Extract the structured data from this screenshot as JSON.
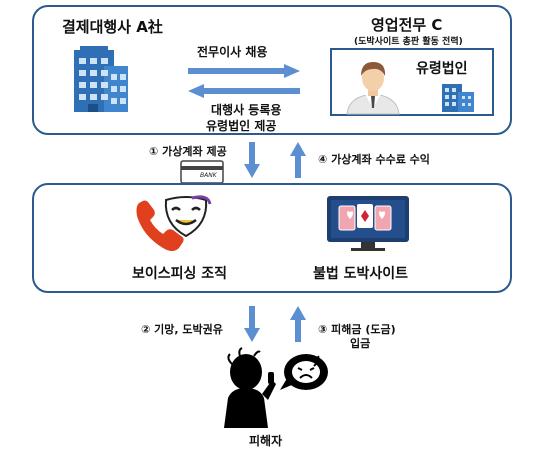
{
  "top_box": {
    "company_a": "결제대행사 A社",
    "exec_c": "영업전무 C",
    "exec_c_note": "(도박사이트 총판 활동 전력)",
    "paper_company": "유령법인",
    "arrow_right_label": "전무이사 채용",
    "arrow_left_label_line1": "대행사 등록용",
    "arrow_left_label_line2": "유령법인 제공"
  },
  "middle_flow": {
    "step1": "① 가상계좌 제공",
    "step4": "④ 가상계좌 수수료 수익",
    "bank_card_text": "BANK"
  },
  "middle_box": {
    "phishing_org": "보이스피싱 조직",
    "gambling_site": "불법 도박사이트"
  },
  "bottom_flow": {
    "step2": "② 기망, 도박권유",
    "step3_line1": "③ 피해금 (도금)",
    "step3_line2": "입금"
  },
  "victim": {
    "label": "피해자"
  },
  "colors": {
    "border": "#2c5a8f",
    "arrow": "#5b8fd1",
    "building": "#2f6fb5"
  }
}
